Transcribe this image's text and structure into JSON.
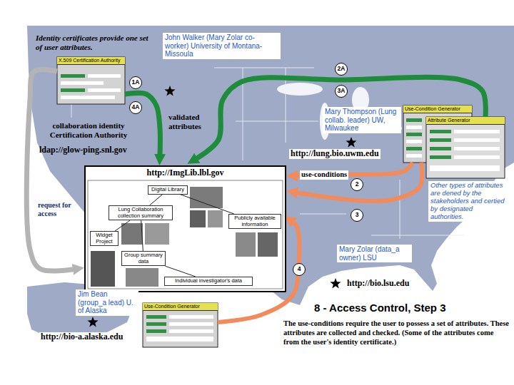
{
  "diagram": {
    "title": "8 - Access Control, Step 3",
    "caption": "The use-conditions require the user to possess a set of attributes. These attributes are collected and checked. (Some of the attributes come from the user's identity certificate.)",
    "nodes": [
      {
        "text": [
          "X.509 Certification Authority"
        ]
      },
      {
        "text": [
          "http://ImgLib.lbl.gov"
        ]
      },
      {
        "text": [
          "Digital Library"
        ],
        "in": 1
      },
      {
        "text": [
          "Lung Collaboration collection summary"
        ],
        "in": 1
      },
      {
        "text": [
          "Publicly available information"
        ],
        "in": 1
      },
      {
        "text": [
          "Widget Project"
        ],
        "in": 1
      },
      {
        "text": [
          "Group summary data"
        ],
        "in": 1
      },
      {
        "text": [
          "Individual investigator's data"
        ],
        "in": 1
      },
      {
        "text": [
          "Use-Condition Generator"
        ]
      },
      {
        "text": [
          "Attribute Generator"
        ]
      },
      {
        "text": [
          "Use-Condition Generator"
        ]
      }
    ],
    "edges": [
      {
        "from": 0,
        "to": 1,
        "arrow": "to"
      },
      {
        "from": 9,
        "to": 1,
        "arrow": "to"
      },
      {
        "from": 8,
        "to": 1,
        "arrow": "to",
        "label": "use-conditions"
      },
      {
        "from": 8,
        "to": 1,
        "arrow": "to"
      },
      {
        "from": 10,
        "to": 1,
        "arrow": "to"
      },
      {
        "from": 0,
        "to": 1,
        "arrow": "to"
      },
      {
        "from": 2,
        "to": 3,
        "arrow": "none"
      },
      {
        "from": 2,
        "to": 4,
        "arrow": "none"
      },
      {
        "from": 3,
        "to": 5,
        "arrow": "none"
      },
      {
        "from": 3,
        "to": 6,
        "arrow": "none"
      },
      {
        "from": 6,
        "to": 7,
        "arrow": "none"
      }
    ],
    "labels": [
      "Identity certificates provide one set of user attributes.",
      "collaboration identity Certification Authority",
      "ldap://glow-ping.snl.gov",
      "John Walker (Mary Zolar co-worker) University of Montana-Missoula",
      "1A",
      "4A",
      "validated attributes",
      "2A",
      "3A",
      "Mary Thompson (Lung collab. leader) UW, Milwaukee",
      "http://lung.bio.uwm.edu",
      "Other types of attributes are dened by the stakeholders and certied by designated authorities.",
      "2",
      "3",
      "request for access",
      "Mary Zolar (data_a owner) LSU",
      "http://bio.lsu.edu",
      "4",
      "Jim Bean (group_a lead) U. of Alaska",
      "http://bio-a.alaska.edu"
    ]
  }
}
